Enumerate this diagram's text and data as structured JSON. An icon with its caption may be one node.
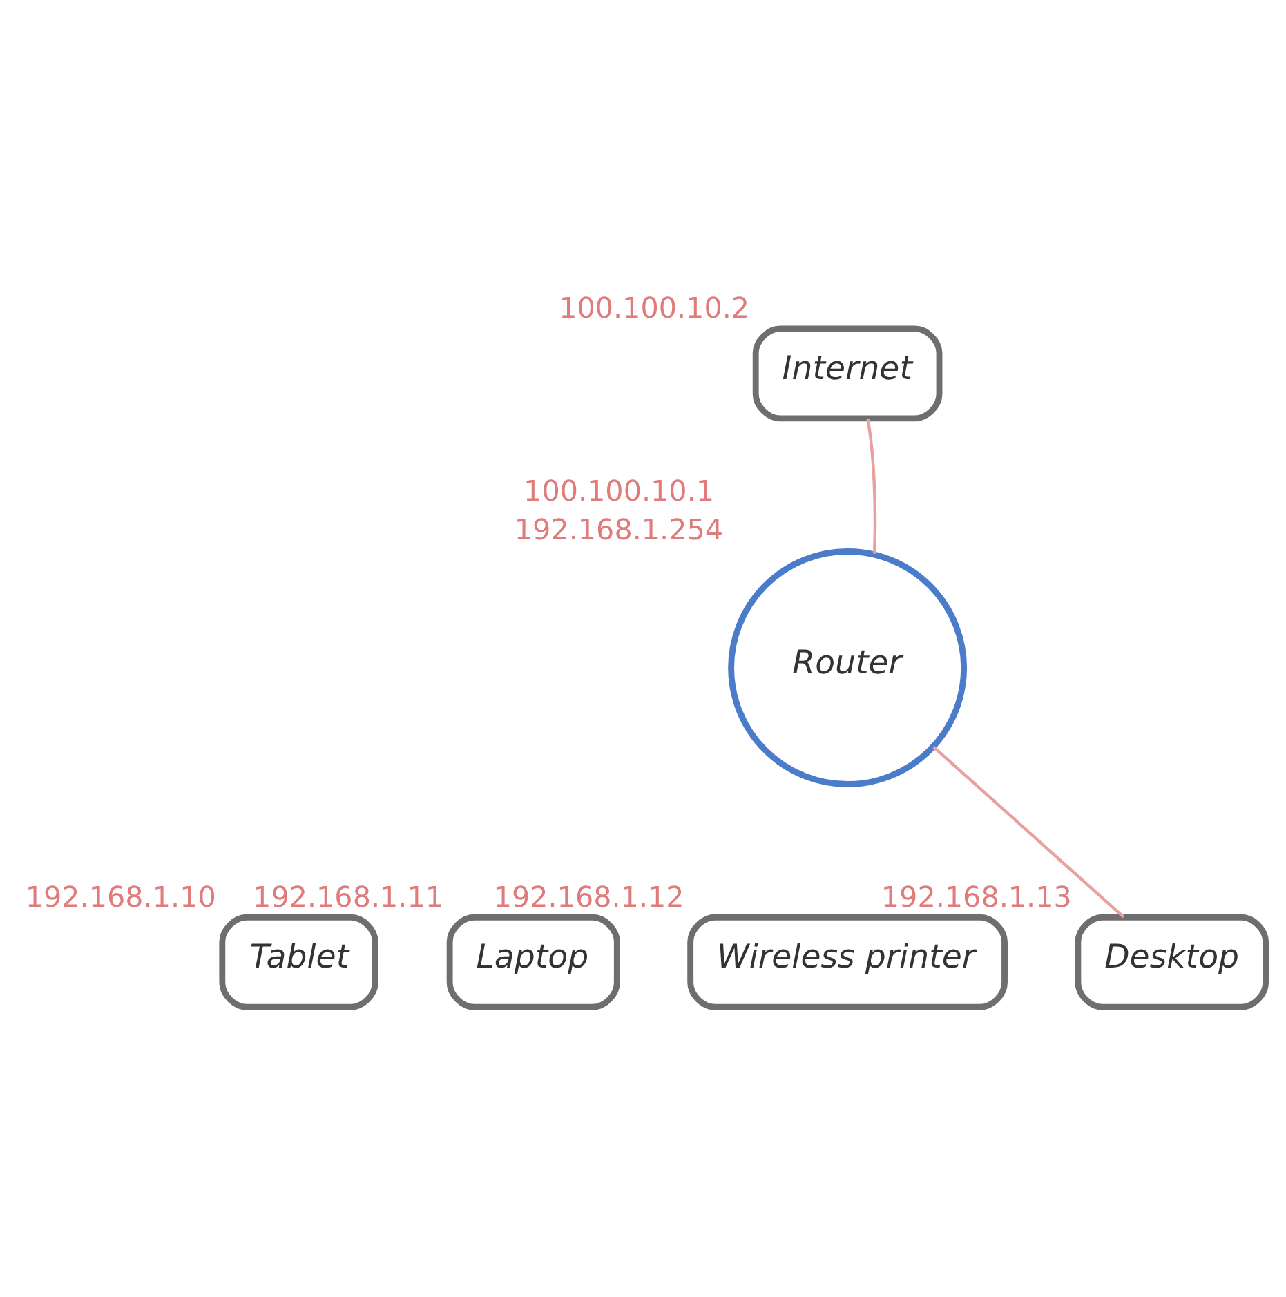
{
  "diagram": {
    "nodes": [
      {
        "text": [
          "Internet"
        ],
        "beside": [
          "100.100.10.2"
        ]
      },
      {
        "text": [
          "Router"
        ],
        "beside": [
          "100.100.10.1",
          "192.168.1.254"
        ]
      },
      {
        "text": [
          "Tablet"
        ],
        "beside": [
          "192.168.1.10"
        ]
      },
      {
        "text": [
          "Laptop"
        ],
        "beside": [
          "192.168.1.11"
        ]
      },
      {
        "text": [
          "Wireless printer"
        ],
        "beside": [
          "192.168.1.12"
        ]
      },
      {
        "text": [
          "Desktop"
        ],
        "beside": [
          "192.168.1.13"
        ]
      }
    ],
    "edges": [
      {
        "from": 1,
        "to": 0,
        "arrow": "none"
      },
      {
        "from": 1,
        "to": 5,
        "arrow": "none"
      }
    ]
  }
}
